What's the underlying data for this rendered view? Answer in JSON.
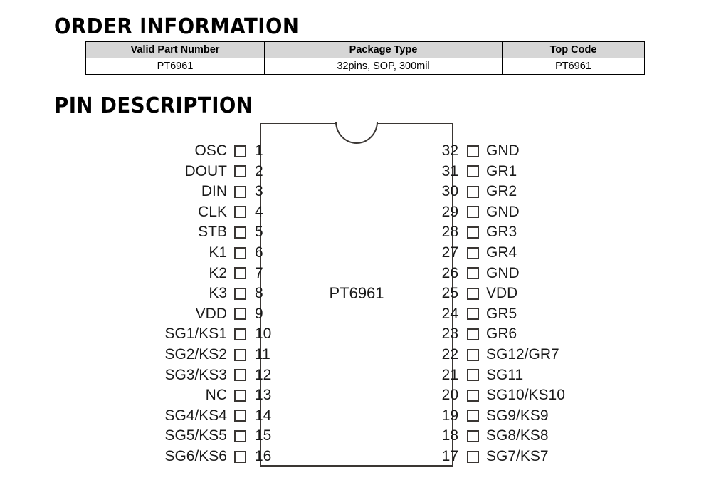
{
  "sections": {
    "order_heading": "ORDER INFORMATION",
    "pin_heading": "PIN DESCRIPTION"
  },
  "order_table": {
    "headers": [
      "Valid Part Number",
      "Package Type",
      "Top Code"
    ],
    "rows": [
      [
        "PT6961",
        "32pins, SOP, 300mil",
        "PT6961"
      ]
    ]
  },
  "package": {
    "part_label": "PT6961",
    "package_type": "32pins, SOP, 300mil",
    "pin_count": 32,
    "notch": "top-center-semicircle",
    "left_pins": [
      {
        "num": "1",
        "label": "OSC"
      },
      {
        "num": "2",
        "label": "DOUT"
      },
      {
        "num": "3",
        "label": "DIN"
      },
      {
        "num": "4",
        "label": "CLK"
      },
      {
        "num": "5",
        "label": "STB"
      },
      {
        "num": "6",
        "label": "K1"
      },
      {
        "num": "7",
        "label": "K2"
      },
      {
        "num": "8",
        "label": "K3"
      },
      {
        "num": "9",
        "label": "VDD"
      },
      {
        "num": "10",
        "label": "SG1/KS1"
      },
      {
        "num": "11",
        "label": "SG2/KS2"
      },
      {
        "num": "12",
        "label": "SG3/KS3"
      },
      {
        "num": "13",
        "label": "NC"
      },
      {
        "num": "14",
        "label": "SG4/KS4"
      },
      {
        "num": "15",
        "label": "SG5/KS5"
      },
      {
        "num": "16",
        "label": "SG6/KS6"
      }
    ],
    "right_pins": [
      {
        "num": "32",
        "label": "GND"
      },
      {
        "num": "31",
        "label": "GR1"
      },
      {
        "num": "30",
        "label": "GR2"
      },
      {
        "num": "29",
        "label": "GND"
      },
      {
        "num": "28",
        "label": "GR3"
      },
      {
        "num": "27",
        "label": "GR4"
      },
      {
        "num": "26",
        "label": "GND"
      },
      {
        "num": "25",
        "label": "VDD"
      },
      {
        "num": "24",
        "label": "GR5"
      },
      {
        "num": "23",
        "label": "GR6"
      },
      {
        "num": "22",
        "label": "SG12/GR7"
      },
      {
        "num": "21",
        "label": "SG11"
      },
      {
        "num": "20",
        "label": "SG10/KS10"
      },
      {
        "num": "19",
        "label": "SG9/KS9"
      },
      {
        "num": "18",
        "label": "SG8/KS8"
      },
      {
        "num": "17",
        "label": "SG7/KS7"
      }
    ]
  },
  "colors": {
    "table_header_bg": "#d6d6d6",
    "outline": "#3a3633",
    "text": "#1a1a1a",
    "page_bg": "#ffffff"
  }
}
